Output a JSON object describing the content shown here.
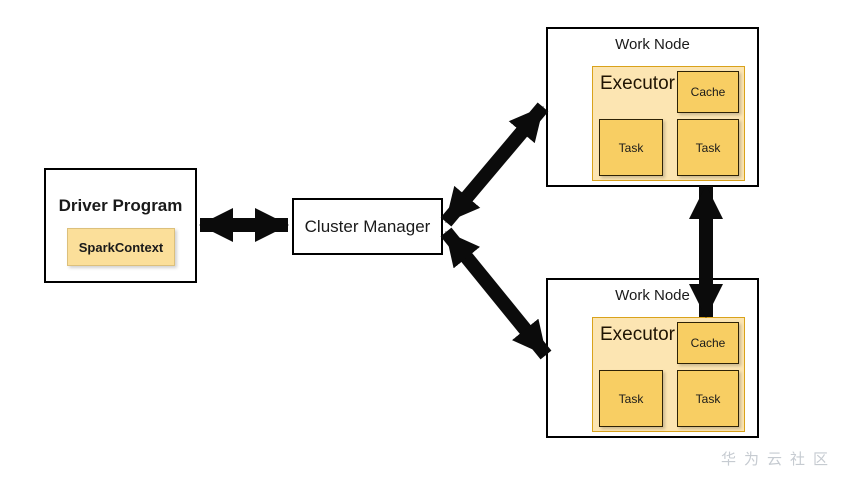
{
  "colors": {
    "canvas-bg": "#ffffff",
    "box-bg": "#ffffff",
    "box-border": "#000000",
    "text": "#1a1a1a",
    "arrow": "#0b0b0b",
    "spark-bg": "#fbdf9a",
    "spark-border": "#dcc07c",
    "executor-bg": "#fce5b2",
    "executor-border": "#d9a21b",
    "inner-bg": "#f8ce63",
    "inner-border": "#2e2205",
    "watermark": "#c6cbd1"
  },
  "driver": {
    "title": "Driver Program",
    "context_label": "SparkContext"
  },
  "cluster_manager": {
    "label": "Cluster Manager"
  },
  "work_nodes": [
    {
      "title": "Work Node",
      "executor": {
        "label": "Executor",
        "cache_label": "Cache",
        "tasks": [
          "Task",
          "Task"
        ]
      }
    },
    {
      "title": "Work Node",
      "executor": {
        "label": "Executor",
        "cache_label": "Cache",
        "tasks": [
          "Task",
          "Task"
        ]
      }
    }
  ],
  "connections": [
    {
      "from": "driver-program",
      "to": "cluster-manager",
      "direction": "bidirectional"
    },
    {
      "from": "cluster-manager",
      "to": "work-node-1",
      "direction": "bidirectional"
    },
    {
      "from": "cluster-manager",
      "to": "work-node-2",
      "direction": "bidirectional"
    },
    {
      "from": "work-node-1",
      "to": "work-node-2",
      "direction": "bidirectional"
    }
  ],
  "watermark": {
    "text": "华为云社区"
  }
}
